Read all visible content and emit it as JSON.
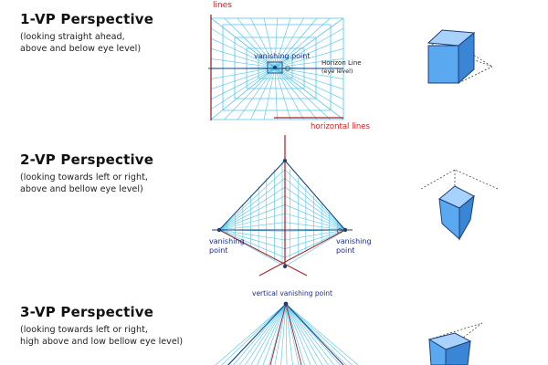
{
  "colors": {
    "grid": "#4fc3e8",
    "label_blue": "#1a2c8f",
    "label_red": "#d62020",
    "edge_red": "#a51f24",
    "cube_front": "#5aa8ef",
    "cube_top": "#a8d2fb",
    "cube_side": "#3a86d6",
    "cube_edge": "#1c3f78"
  },
  "sections": [
    {
      "title": "1-VP Perspective",
      "desc_line1": "(looking straight ahead,",
      "desc_line2": "above and below eye level)"
    },
    {
      "title": "2-VP Perspective",
      "desc_line1": "(looking towards left or right,",
      "desc_line2": "above and bellow eye level)"
    },
    {
      "title": "3-VP Perspective",
      "desc_line1": "(looking towards left or right,",
      "desc_line2": "high above and low bellow eye level)"
    }
  ],
  "labels": {
    "lines": "lines",
    "vanishing_point": "vanishing point",
    "horizon_line1": "Horizon Line",
    "horizon_line2": "(eye level)",
    "horizontal_lines": "horizontal lines",
    "vp_left_line1": "vanishing",
    "vp_left_line2": "point",
    "vp_right_line1": "vanishing",
    "vp_right_line2": "point",
    "vertical_vp": "vertical vanishing point"
  }
}
